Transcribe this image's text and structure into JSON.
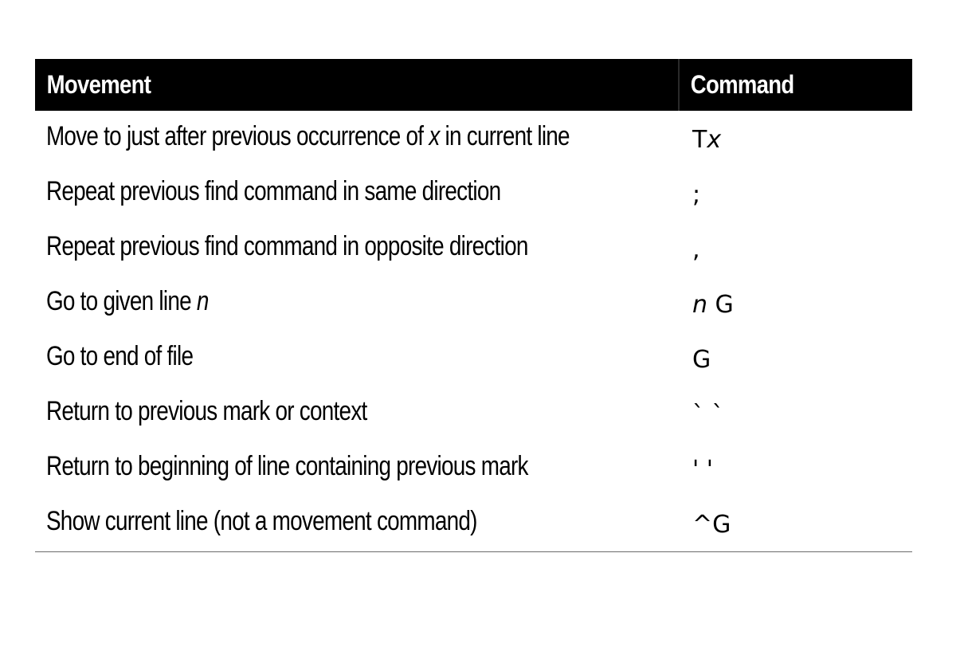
{
  "table": {
    "headers": {
      "movement": "Movement",
      "command": "Command"
    },
    "rows": [
      {
        "movement": [
          {
            "text": "Move to just after previous occurrence of "
          },
          {
            "text": "x",
            "italic": true
          },
          {
            "text": " in current line"
          }
        ],
        "command": [
          {
            "text": "T"
          },
          {
            "text": "x",
            "italic": true
          }
        ]
      },
      {
        "movement": [
          {
            "text": "Repeat previous find command in same direction"
          }
        ],
        "command": [
          {
            "text": ";"
          }
        ]
      },
      {
        "movement": [
          {
            "text": "Repeat previous find command in opposite direction"
          }
        ],
        "command": [
          {
            "text": ","
          }
        ]
      },
      {
        "movement": [
          {
            "text": "Go to given line "
          },
          {
            "text": "n",
            "italic": true
          }
        ],
        "command": [
          {
            "text": "n",
            "italic": true
          },
          {
            "text": " G"
          }
        ]
      },
      {
        "movement": [
          {
            "text": "Go to end of file"
          }
        ],
        "command": [
          {
            "text": "G"
          }
        ]
      },
      {
        "movement": [
          {
            "text": "Return to previous mark or context"
          }
        ],
        "command": [
          {
            "text": "` `"
          }
        ]
      },
      {
        "movement": [
          {
            "text": "Return to beginning of line containing previous mark"
          }
        ],
        "command": [
          {
            "text": "' '"
          }
        ]
      },
      {
        "movement": [
          {
            "text": "Show current line (not a movement command)"
          }
        ],
        "command": [
          {
            "text": "^G"
          }
        ]
      }
    ]
  }
}
